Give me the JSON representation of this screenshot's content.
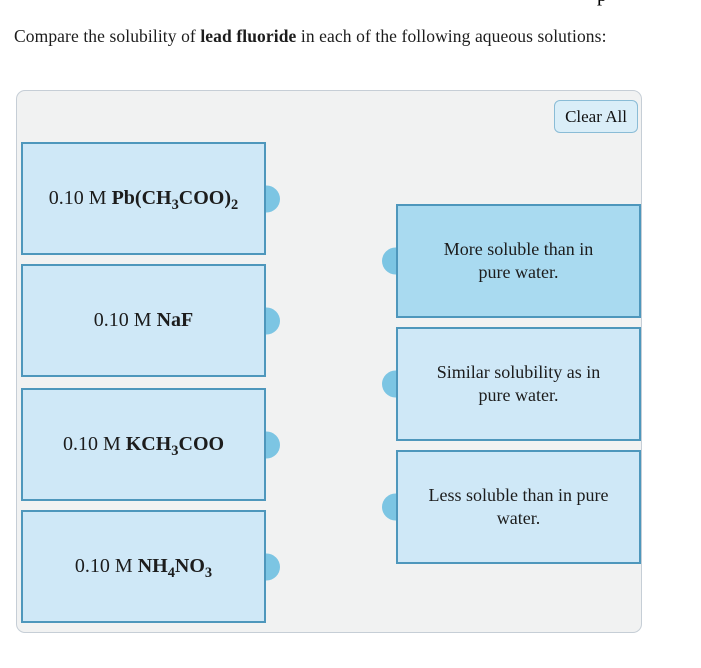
{
  "page": {
    "clipped_fragment": "p",
    "prompt_prefix": "Compare the solubility of ",
    "prompt_bold": "lead fluoride",
    "prompt_suffix": " in each of the following aqueous solutions:"
  },
  "panel": {
    "clear_all_label": "Clear All",
    "solutions": [
      {
        "prefix": "0.10 M ",
        "formula": [
          {
            "text": "Pb(CH",
            "sub": false
          },
          {
            "text": "3",
            "sub": true
          },
          {
            "text": "COO)",
            "sub": false
          },
          {
            "text": "2",
            "sub": true
          }
        ]
      },
      {
        "prefix": "0.10 M ",
        "formula": [
          {
            "text": "NaF",
            "sub": false
          }
        ]
      },
      {
        "prefix": "0.10 M ",
        "formula": [
          {
            "text": "KCH",
            "sub": false
          },
          {
            "text": "3",
            "sub": true
          },
          {
            "text": "COO",
            "sub": false
          }
        ]
      },
      {
        "prefix": "0.10 M ",
        "formula": [
          {
            "text": "NH",
            "sub": false
          },
          {
            "text": "4",
            "sub": true
          },
          {
            "text": "NO",
            "sub": false
          },
          {
            "text": "3",
            "sub": true
          }
        ]
      }
    ],
    "targets": [
      {
        "label": "More soluble than in pure water.",
        "highlighted": true
      },
      {
        "label": "Similar solubility as in pure water.",
        "highlighted": false
      },
      {
        "label": "Less soluble than in pure water.",
        "highlighted": false
      }
    ]
  },
  "colors": {
    "box_fill": "#cfe8f7",
    "box_fill_highlighted": "#a9daf0",
    "box_border": "#4e97bc",
    "connector": "#7cc5e3",
    "panel_bg": "#f1f2f2",
    "panel_border": "#c6ced6",
    "button_bg": "#daeef8",
    "button_border": "#8abcd6"
  }
}
